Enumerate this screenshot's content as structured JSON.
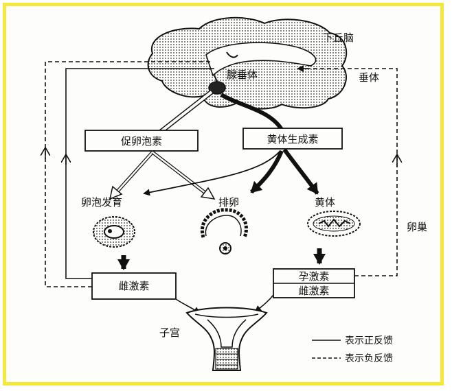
{
  "diagram": {
    "labels": {
      "hypothalamus": "下丘脑",
      "pituitary_gland": "垂体",
      "anterior_pituitary": "腺垂体",
      "ovary": "卵巢",
      "uterus": "子宫"
    },
    "hormones": {
      "fsh": "促卵泡素",
      "lh": "黄体生成素",
      "estrogen": "雌激素",
      "progesterone": "孕激素",
      "estrogen_2": "雌激素"
    },
    "stages": {
      "follicle_development": "卵泡发育",
      "ovulation": "排卵",
      "corpus_luteum": "黄体"
    },
    "legend": {
      "solid": "表示正反馈",
      "dashed": "表示负反馈"
    },
    "colors": {
      "frame": "#f5e83a",
      "ink": "#111111"
    }
  }
}
